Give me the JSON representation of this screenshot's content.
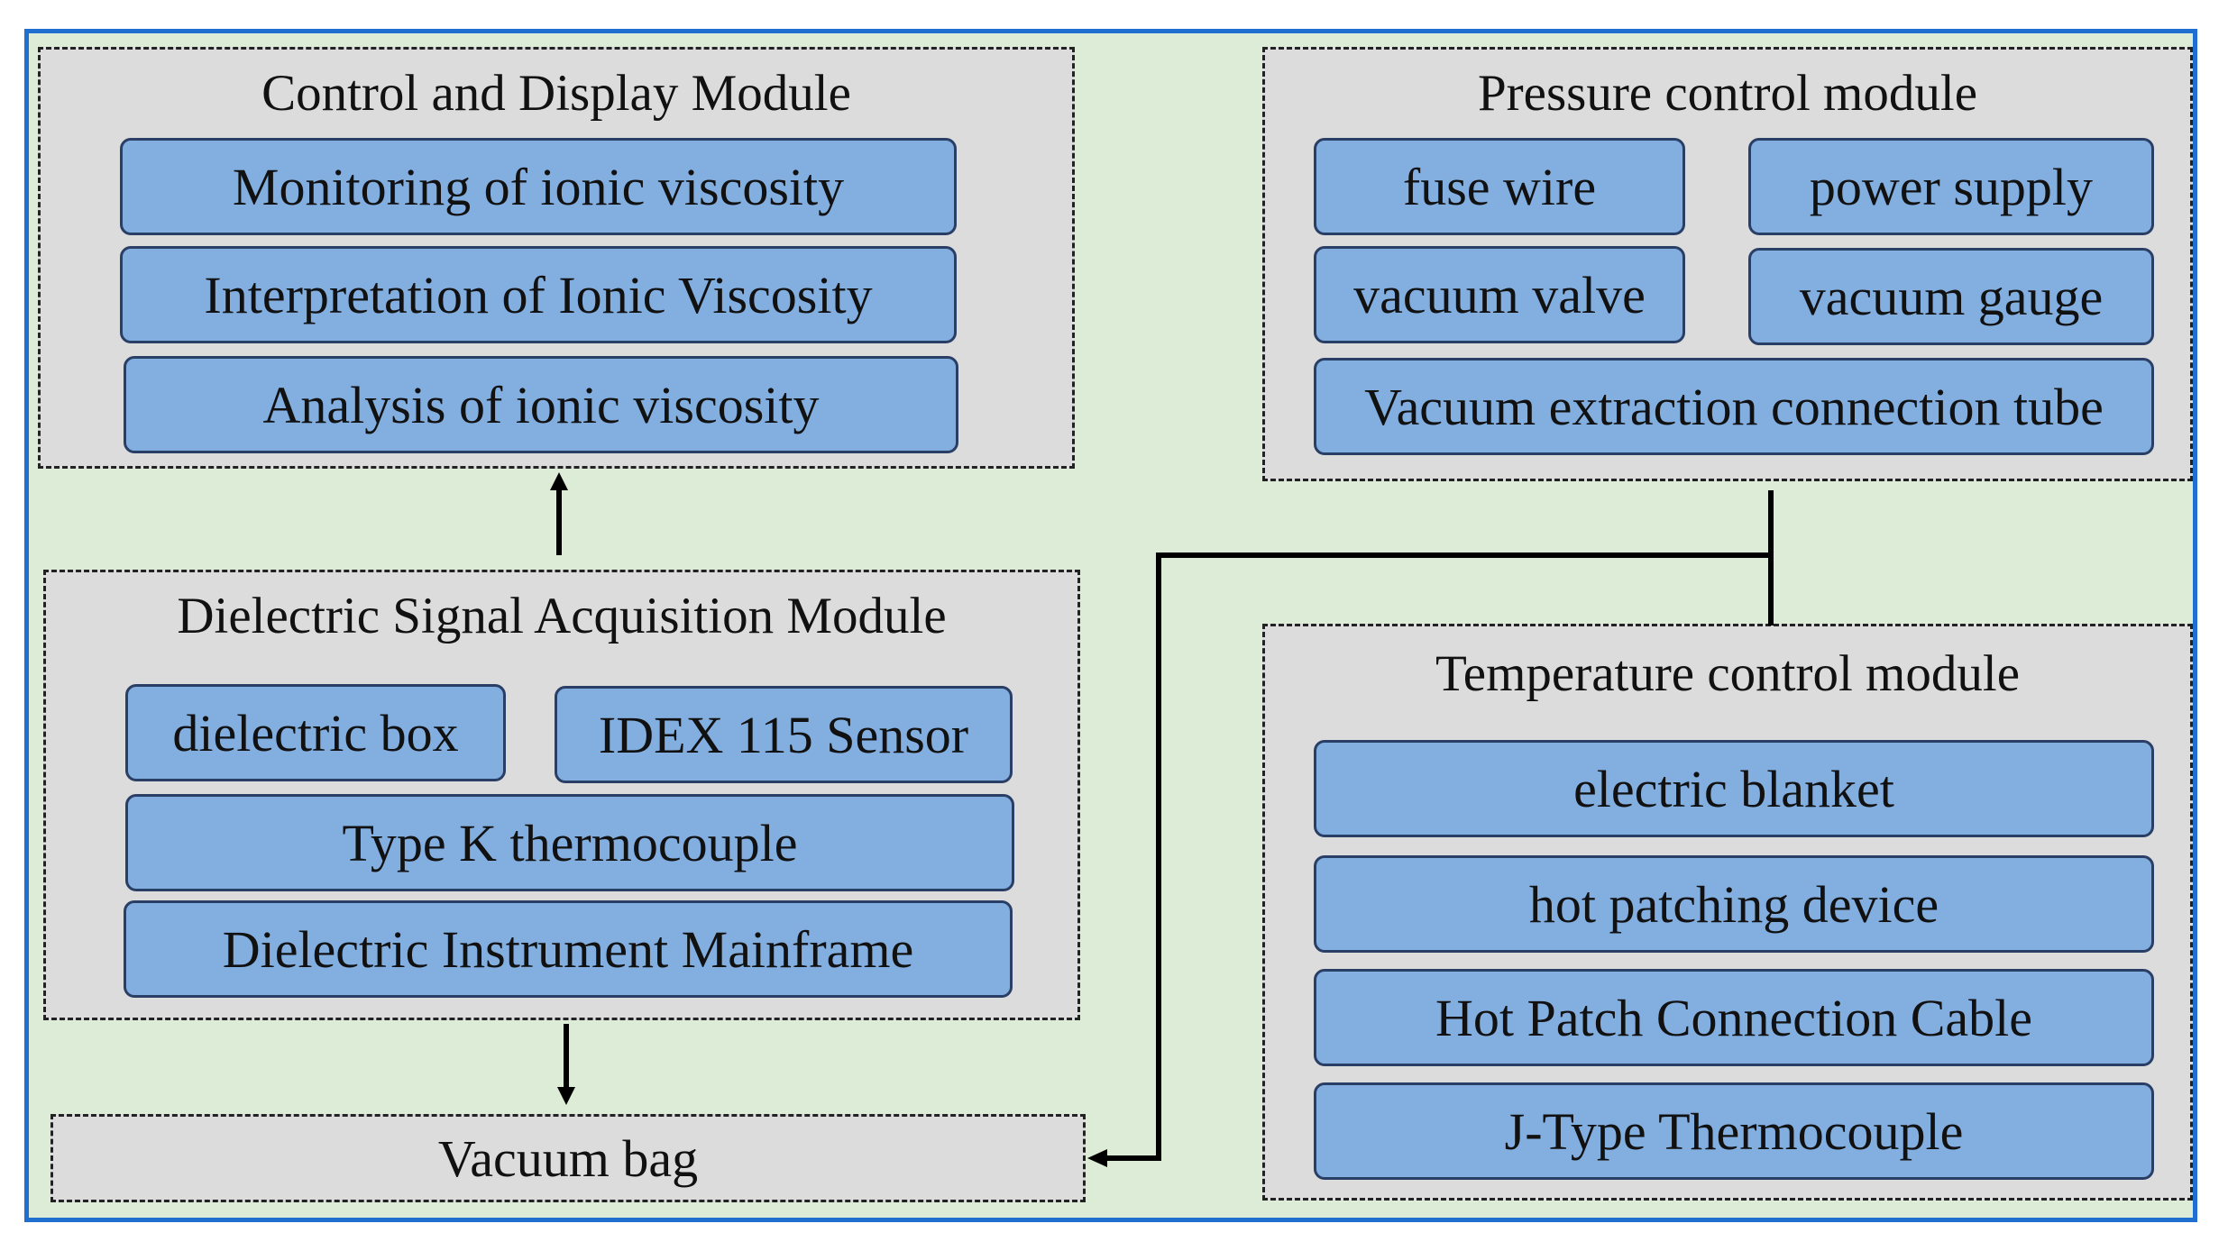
{
  "modules": {
    "control_display": {
      "title": "Control and Display Module",
      "items": [
        "Monitoring of ionic viscosity",
        "Interpretation of Ionic Viscosity",
        "Analysis of ionic viscosity"
      ]
    },
    "pressure": {
      "title": "Pressure control module",
      "items": [
        "fuse wire",
        "power supply",
        "vacuum valve",
        "vacuum gauge",
        "Vacuum extraction connection tube"
      ]
    },
    "dielectric": {
      "title": "Dielectric Signal Acquisition Module",
      "items": [
        "dielectric box",
        "IDEX 115 Sensor",
        "Type K thermocouple",
        "Dielectric Instrument Mainframe"
      ]
    },
    "temperature": {
      "title": "Temperature control module",
      "items": [
        "electric blanket",
        "hot patching device",
        "Hot Patch Connection Cable",
        "J-Type Thermocouple"
      ]
    },
    "vacuum_bag": {
      "label": "Vacuum bag"
    }
  },
  "colors": {
    "background": "#dcecd6",
    "frame_border": "#1f6fd1",
    "module_fill": "#dcdcdc",
    "block_fill": "#82aee0",
    "block_border": "#2a3f66",
    "connector": "#000000"
  }
}
